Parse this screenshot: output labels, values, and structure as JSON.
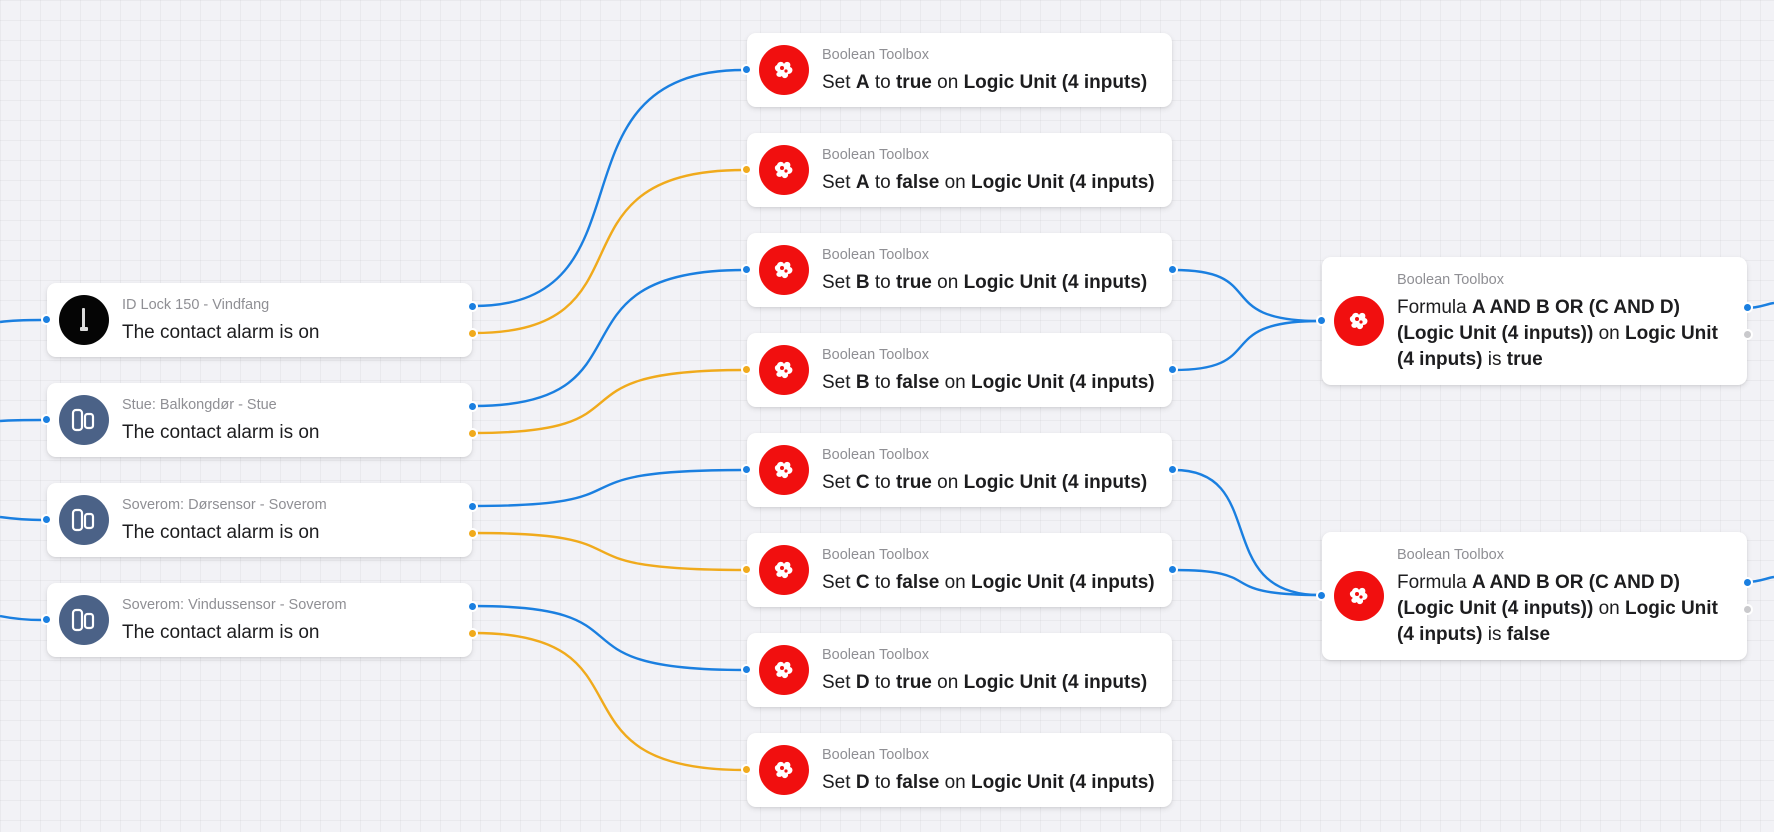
{
  "colors": {
    "true_wire": "#1a7fe0",
    "false_wire": "#f0aa1c",
    "bool_icon_bg": "#f10f0f",
    "sensor_icon_bg": "#4b6287",
    "lock_icon_bg": "#050505"
  },
  "devices": [
    {
      "subtitle": "ID Lock 150 - Vindfang",
      "title": "The contact alarm is on",
      "icon": "lock-icon"
    },
    {
      "subtitle": "Stue: Balkongdør - Stue",
      "title": "The contact alarm is on",
      "icon": "contact-sensor-icon"
    },
    {
      "subtitle": "Soverom: Dørsensor - Soverom",
      "title": "The contact alarm is on",
      "icon": "contact-sensor-icon"
    },
    {
      "subtitle": "Soverom: Vindussensor - Soverom",
      "title": "The contact alarm is on",
      "icon": "contact-sensor-icon"
    }
  ],
  "actions": [
    {
      "subtitle": "Boolean Toolbox",
      "set_word": "Set",
      "var": "A",
      "to_word": "to",
      "value": "true",
      "on_word": "on",
      "target": "Logic Unit (4 inputs)"
    },
    {
      "subtitle": "Boolean Toolbox",
      "set_word": "Set",
      "var": "A",
      "to_word": "to",
      "value": "false",
      "on_word": "on",
      "target": "Logic Unit (4 inputs)"
    },
    {
      "subtitle": "Boolean Toolbox",
      "set_word": "Set",
      "var": "B",
      "to_word": "to",
      "value": "true",
      "on_word": "on",
      "target": "Logic Unit (4 inputs)"
    },
    {
      "subtitle": "Boolean Toolbox",
      "set_word": "Set",
      "var": "B",
      "to_word": "to",
      "value": "false",
      "on_word": "on",
      "target": "Logic Unit (4 inputs)"
    },
    {
      "subtitle": "Boolean Toolbox",
      "set_word": "Set",
      "var": "C",
      "to_word": "to",
      "value": "true",
      "on_word": "on",
      "target": "Logic Unit (4 inputs)"
    },
    {
      "subtitle": "Boolean Toolbox",
      "set_word": "Set",
      "var": "C",
      "to_word": "to",
      "value": "false",
      "on_word": "on",
      "target": "Logic Unit (4 inputs)"
    },
    {
      "subtitle": "Boolean Toolbox",
      "set_word": "Set",
      "var": "D",
      "to_word": "to",
      "value": "true",
      "on_word": "on",
      "target": "Logic Unit (4 inputs)"
    },
    {
      "subtitle": "Boolean Toolbox",
      "set_word": "Set",
      "var": "D",
      "to_word": "to",
      "value": "false",
      "on_word": "on",
      "target": "Logic Unit (4 inputs)"
    }
  ],
  "formulas": [
    {
      "subtitle": "Boolean Toolbox",
      "formula_word": "Formula",
      "expression": "A AND B OR (C AND D)",
      "unit_paren": "(Logic Unit (4 inputs))",
      "on_word": "on",
      "target": "Logic Unit (4 inputs)",
      "is_word": "is",
      "result": "true"
    },
    {
      "subtitle": "Boolean Toolbox",
      "formula_word": "Formula",
      "expression": "A AND B OR (C AND D)",
      "unit_paren": "(Logic Unit (4 inputs))",
      "on_word": "on",
      "target": "Logic Unit (4 inputs)",
      "is_word": "is",
      "result": "false"
    }
  ]
}
